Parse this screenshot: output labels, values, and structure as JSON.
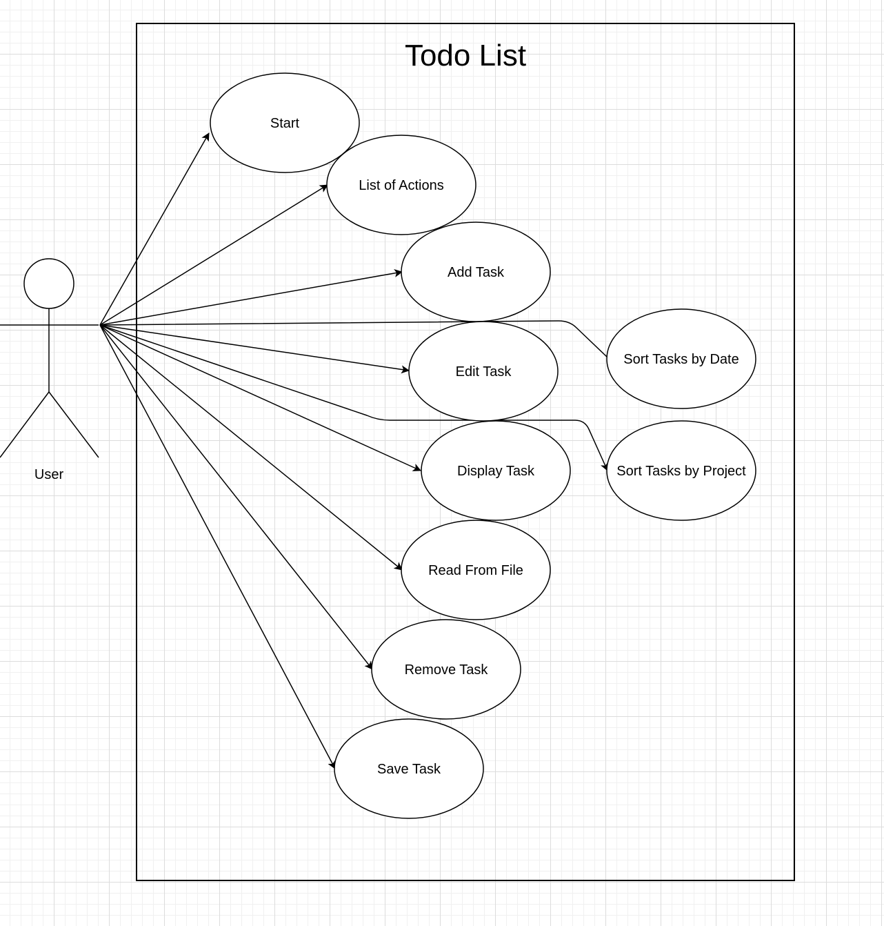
{
  "system": {
    "title": "Todo List"
  },
  "actor": {
    "label": "User"
  },
  "use_cases": [
    {
      "id": "start",
      "label": "Start"
    },
    {
      "id": "list-of-actions",
      "label": "List of Actions"
    },
    {
      "id": "add-task",
      "label": "Add Task"
    },
    {
      "id": "sort-by-date",
      "label": "Sort Tasks by Date"
    },
    {
      "id": "edit-task",
      "label": "Edit Task"
    },
    {
      "id": "display-task",
      "label": "Display Task"
    },
    {
      "id": "sort-by-project",
      "label": "Sort Tasks by Project"
    },
    {
      "id": "read-from-file",
      "label": "Read From File"
    },
    {
      "id": "remove-task",
      "label": "Remove Task"
    },
    {
      "id": "save-task",
      "label": "Save Task"
    }
  ],
  "colors": {
    "stroke": "#000000",
    "fill": "#ffffff",
    "grid": "#dcdcdc"
  }
}
